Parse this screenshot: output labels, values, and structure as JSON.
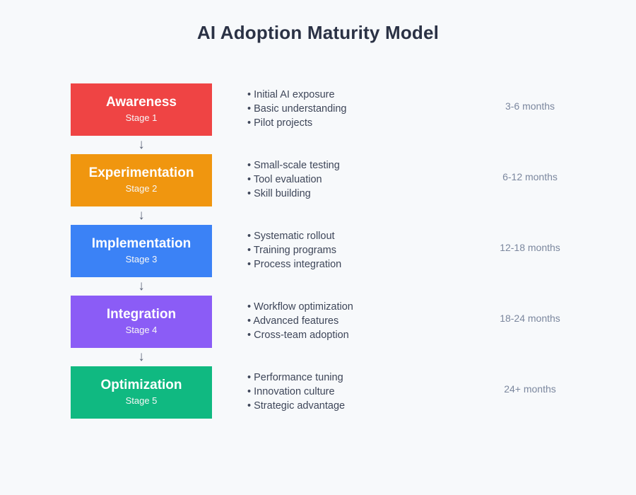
{
  "title": "AI Adoption Maturity Model",
  "connector_icon": "↓",
  "bullet_glyph": "•",
  "colors": {
    "background": "#f7f9fb",
    "title": "#2b3245",
    "detail_text": "#3e4659",
    "duration_text": "#7b879e",
    "connector": "#5b6478",
    "stage_1": "#ef4444",
    "stage_2": "#f0960f",
    "stage_3": "#3b82f6",
    "stage_4": "#8b5cf6",
    "stage_5": "#10b981"
  },
  "stages": [
    {
      "name": "Awareness",
      "stage_label": "Stage 1",
      "color": "#ef4444",
      "details": [
        "Initial AI exposure",
        "Basic understanding",
        "Pilot projects"
      ],
      "duration": "3-6 months"
    },
    {
      "name": "Experimentation",
      "stage_label": "Stage 2",
      "color": "#f0960f",
      "details": [
        "Small-scale testing",
        "Tool evaluation",
        "Skill building"
      ],
      "duration": "6-12 months"
    },
    {
      "name": "Implementation",
      "stage_label": "Stage 3",
      "color": "#3b82f6",
      "details": [
        "Systematic rollout",
        "Training programs",
        "Process integration"
      ],
      "duration": "12-18 months"
    },
    {
      "name": "Integration",
      "stage_label": "Stage 4",
      "color": "#8b5cf6",
      "details": [
        "Workflow optimization",
        "Advanced features",
        "Cross-team adoption"
      ],
      "duration": "18-24 months"
    },
    {
      "name": "Optimization",
      "stage_label": "Stage 5",
      "color": "#10b981",
      "details": [
        "Performance tuning",
        "Innovation culture",
        "Strategic advantage"
      ],
      "duration": "24+ months"
    }
  ]
}
